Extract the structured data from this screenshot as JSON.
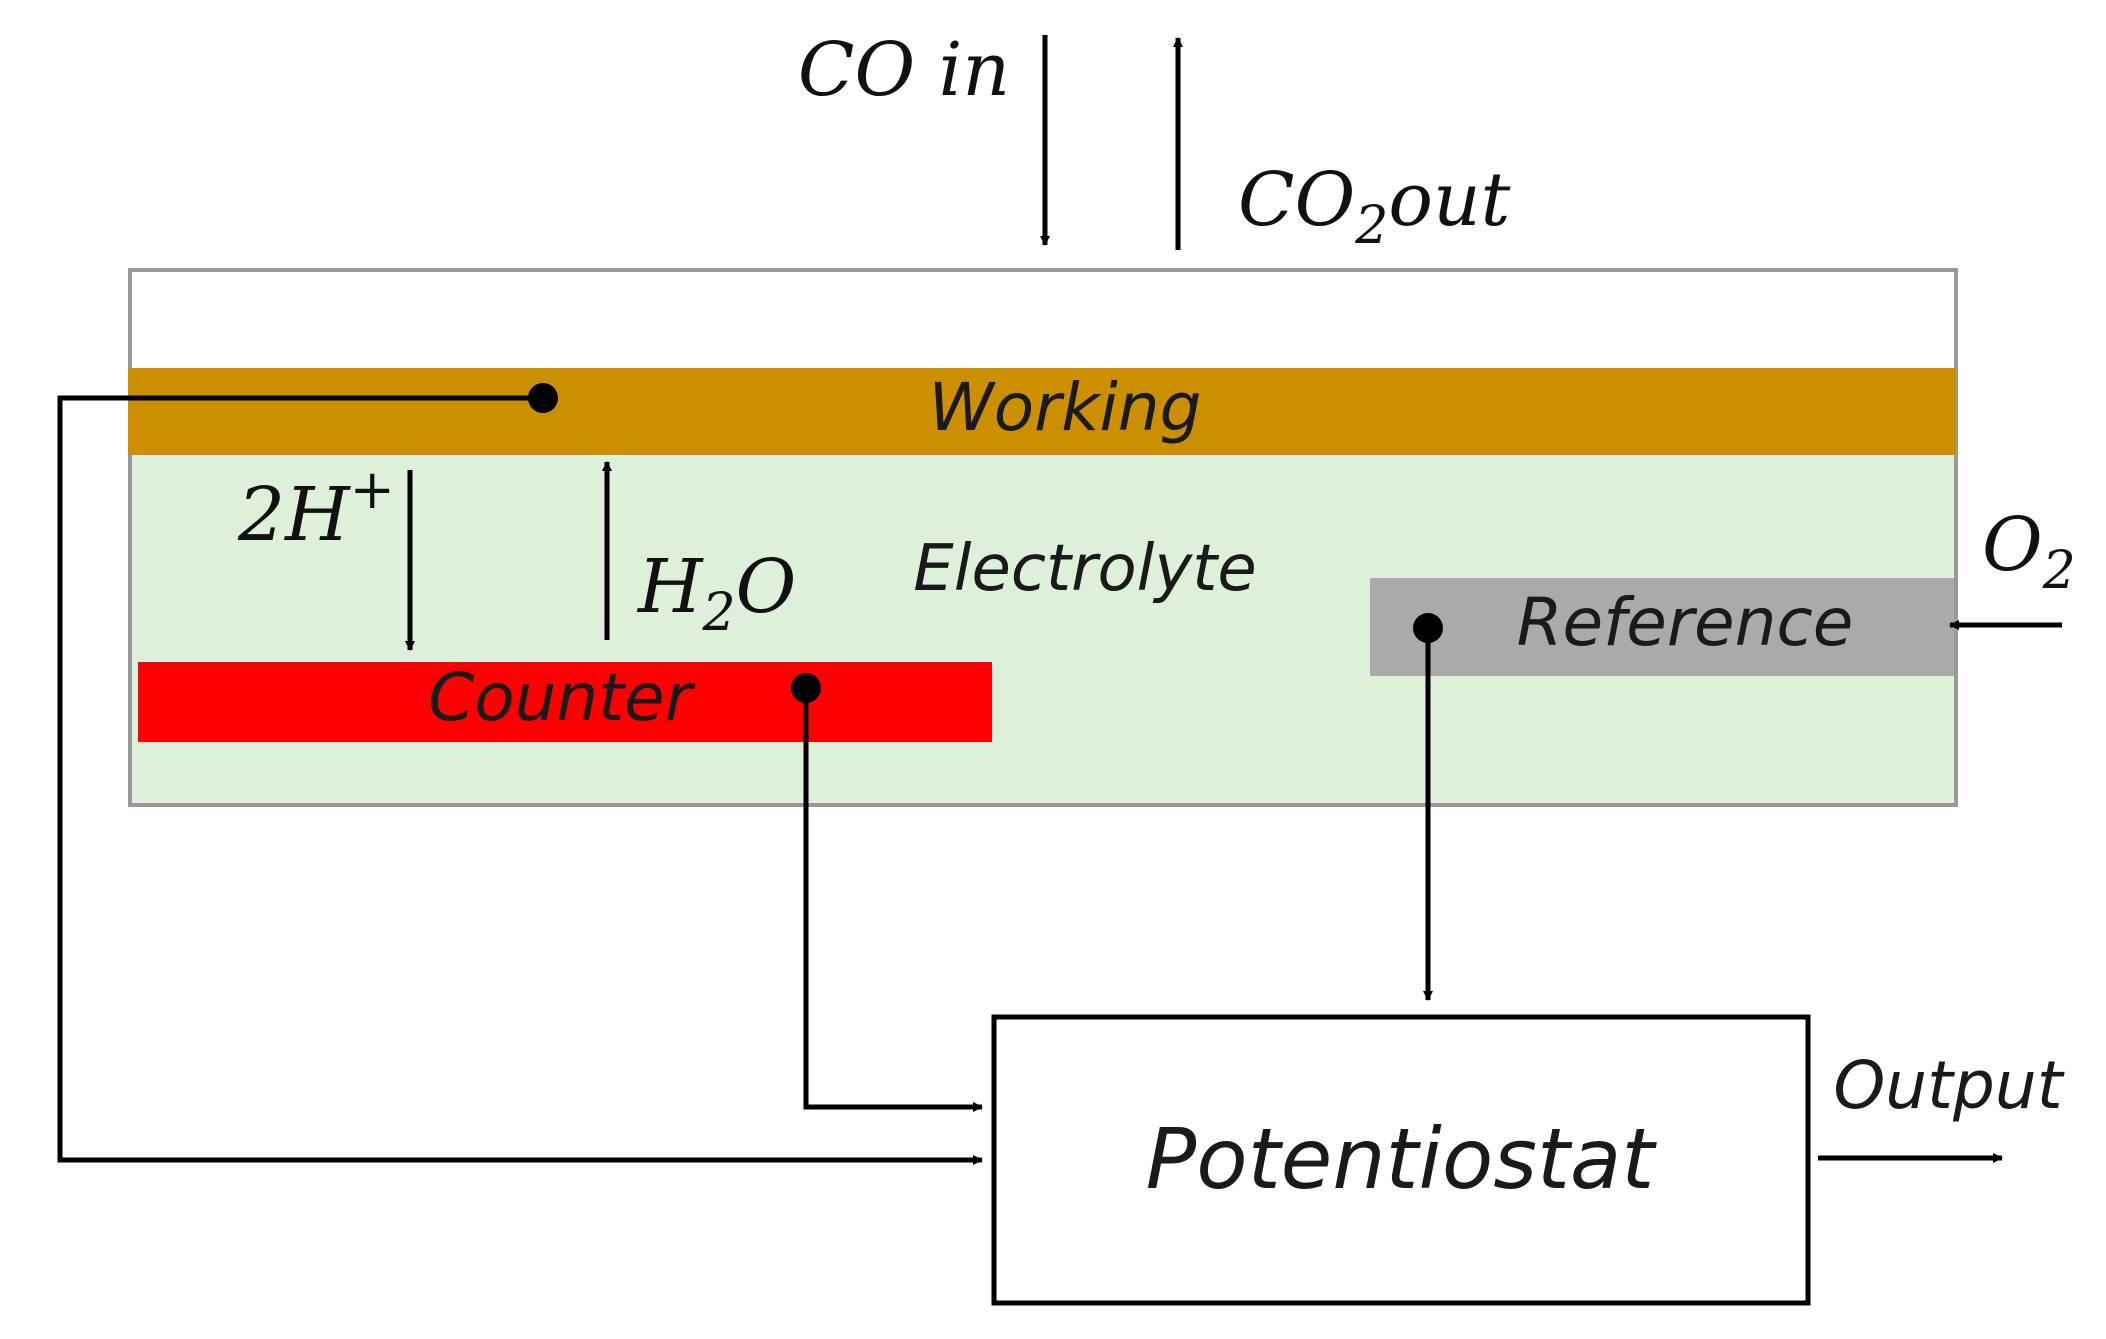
{
  "diagram": {
    "gas_in": {
      "label": "CO in"
    },
    "gas_out": {
      "label_main": "CO",
      "label_sub": "2",
      "label_tail": "out"
    },
    "oxygen": {
      "label_main": "O",
      "label_sub": "2"
    },
    "protons": {
      "label_main": "2H",
      "label_sup": "+"
    },
    "water": {
      "label_main": "H",
      "label_sub": "2",
      "label_tail": "O"
    },
    "electrolyte": {
      "label": "Electrolyte",
      "color": "#dff0da"
    },
    "working_electrode": {
      "label": "Working",
      "color": "#cc8f00"
    },
    "counter_electrode": {
      "label": "Counter",
      "color": "#ff0000"
    },
    "reference_electrode": {
      "label": "Reference",
      "color": "#aaaaaa"
    },
    "potentiostat": {
      "label": "Potentiostat"
    },
    "output": {
      "label": "Output"
    }
  }
}
